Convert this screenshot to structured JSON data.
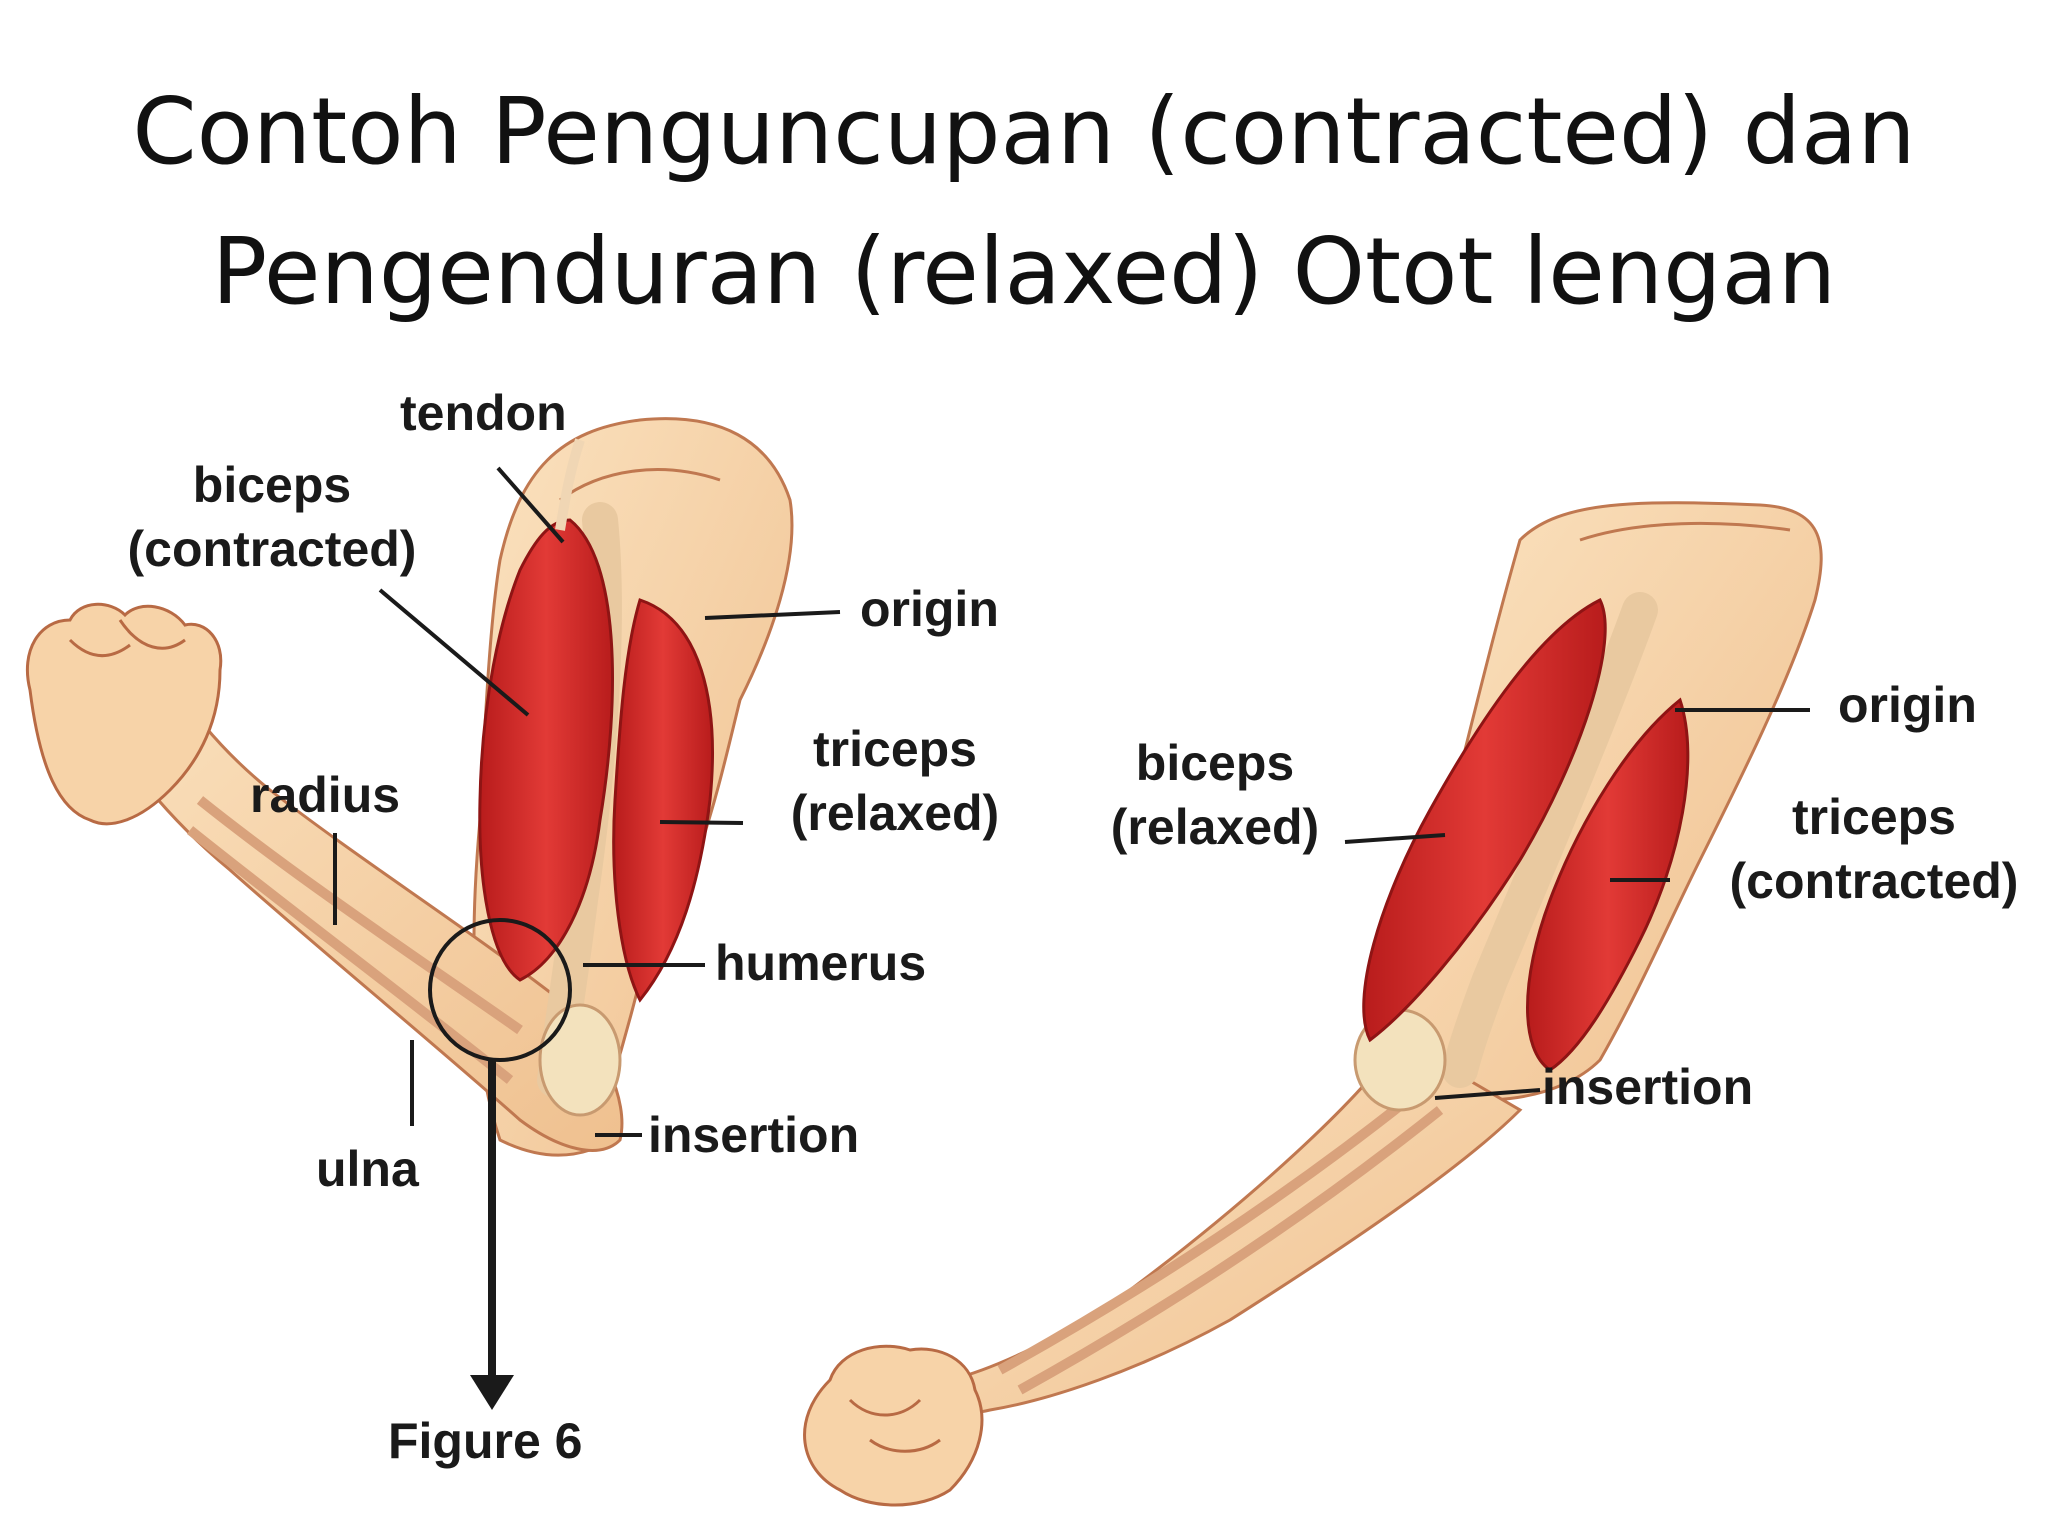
{
  "slide": {
    "title_line1": "Contoh Penguncupan (contracted) dan",
    "title_line2": "Pengenduran (relaxed) Otot lengan"
  },
  "left_arm": {
    "tendon": "tendon",
    "biceps": "biceps",
    "biceps_state": "(contracted)",
    "origin": "origin",
    "triceps": "triceps",
    "triceps_state": "(relaxed)",
    "radius": "radius",
    "humerus": "humerus",
    "insertion": "insertion",
    "ulna": "ulna",
    "figure_caption": "Figure 6"
  },
  "right_arm": {
    "origin": "origin",
    "biceps": "biceps",
    "biceps_state": "(relaxed)",
    "triceps": "triceps",
    "triceps_state": "(contracted)",
    "insertion": "insertion"
  },
  "colors": {
    "skin": "#f6d2a6",
    "skin_shadow": "#e6a97a",
    "muscle": "#d42a2a",
    "muscle_dark": "#a81818",
    "bone": "#f3e2bd",
    "outline": "#b85a3a",
    "text": "#1a1a1a"
  }
}
